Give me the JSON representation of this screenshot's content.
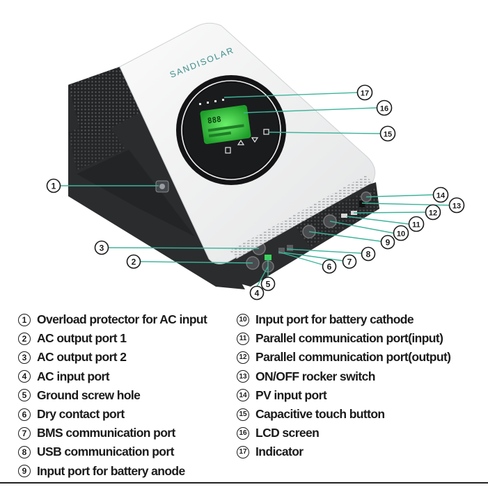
{
  "brand": "SANDISOLAR",
  "screen_readout": "888",
  "parts": [
    {
      "num": "1",
      "label": "Overload protector for AC input"
    },
    {
      "num": "2",
      "label": "AC output port 1"
    },
    {
      "num": "3",
      "label": "AC output port 2"
    },
    {
      "num": "4",
      "label": "AC input port"
    },
    {
      "num": "5",
      "label": "Ground screw hole"
    },
    {
      "num": "6",
      "label": "Dry contact port"
    },
    {
      "num": "7",
      "label": "BMS communication port"
    },
    {
      "num": "8",
      "label": "USB communication port"
    },
    {
      "num": "9",
      "label": "Input port for battery anode"
    },
    {
      "num": "10",
      "label": "Input port for battery cathode"
    },
    {
      "num": "11",
      "label": "Parallel communication port(input)"
    },
    {
      "num": "12",
      "label": "Parallel communication port(output)"
    },
    {
      "num": "13",
      "label": "ON/OFF rocker switch"
    },
    {
      "num": "14",
      "label": "PV input port"
    },
    {
      "num": "15",
      "label": "Capacitive touch button"
    },
    {
      "num": "16",
      "label": "LCD screen"
    },
    {
      "num": "17",
      "label": "Indicator"
    }
  ],
  "colors": {
    "leader_line": "#3db49a",
    "body_white": "#f4f5f5",
    "side_dark": "#2b2c2e",
    "screen_green": "#35d23f",
    "brand_text": "#3f8f8c"
  }
}
